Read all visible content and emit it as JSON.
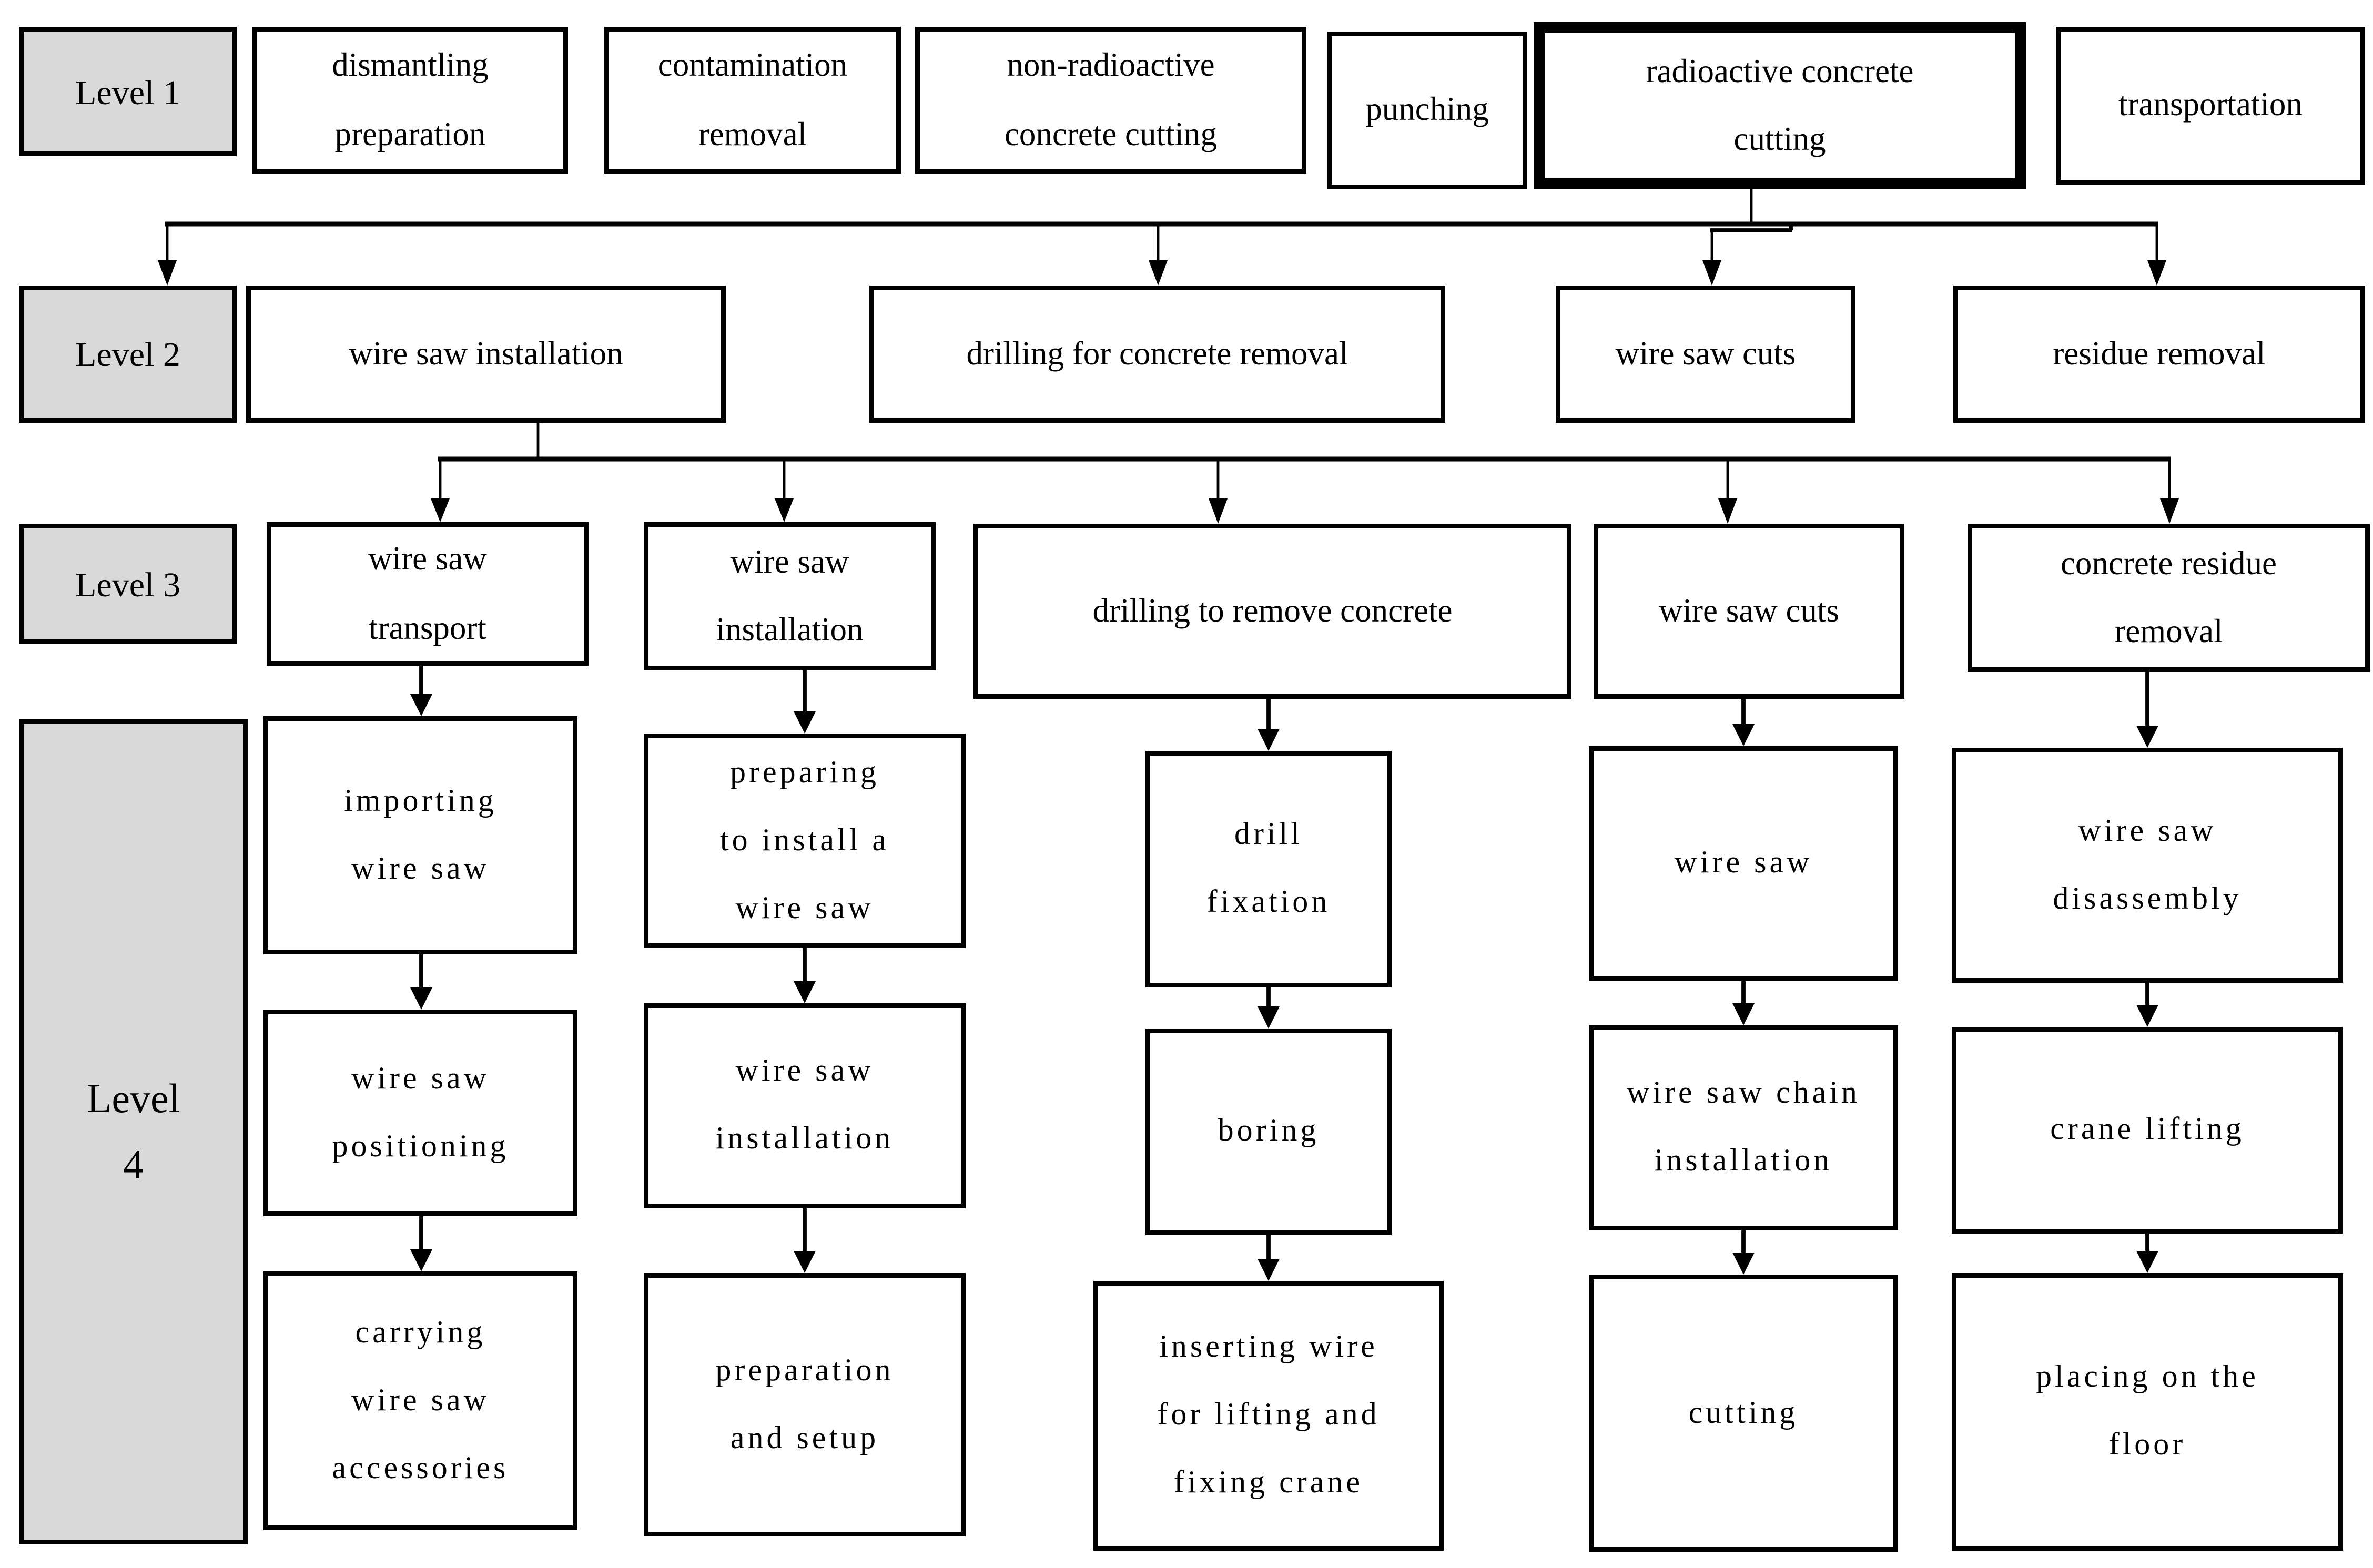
{
  "levels": {
    "level1_label": "Level 1",
    "level2_label": "Level 2",
    "level3_label": "Level 3",
    "level4_label": "Level\n4"
  },
  "level1": {
    "items": [
      {
        "label": "dismantling\npreparation"
      },
      {
        "label": "contamination\nremoval"
      },
      {
        "label": "non-radioactive\nconcrete cutting"
      },
      {
        "label": "punching"
      },
      {
        "label": "radioactive concrete\ncutting",
        "highlighted": true
      },
      {
        "label": "transportation"
      }
    ]
  },
  "level2": {
    "items": [
      {
        "label": "wire saw installation"
      },
      {
        "label": "drilling for concrete removal"
      },
      {
        "label": "wire saw cuts"
      },
      {
        "label": "residue removal"
      }
    ]
  },
  "level3": {
    "items": [
      {
        "label": "wire saw\ntransport"
      },
      {
        "label": "wire saw\ninstallation"
      },
      {
        "label": "drilling to remove concrete"
      },
      {
        "label": "wire saw cuts"
      },
      {
        "label": "concrete residue\nremoval"
      }
    ]
  },
  "level4": {
    "columns": [
      {
        "steps": [
          "importing\nwire saw",
          "wire saw\npositioning",
          "carrying\nwire saw\naccessories"
        ]
      },
      {
        "steps": [
          "preparing\nto install a\nwire saw",
          "wire saw\ninstallation",
          "preparation\nand setup"
        ]
      },
      {
        "steps": [
          "drill\nfixation",
          "boring",
          "inserting wire\nfor lifting and\nfixing crane"
        ]
      },
      {
        "steps": [
          "wire saw",
          "wire saw chain\ninstallation",
          "cutting"
        ]
      },
      {
        "steps": [
          "wire saw\ndisassembly",
          "crane lifting",
          "placing on the\nfloor"
        ]
      }
    ]
  },
  "colors": {
    "label_bg": "#d9d9d9",
    "node_bg": "#ffffff",
    "line": "#000000",
    "highlight_border": "#000000"
  }
}
